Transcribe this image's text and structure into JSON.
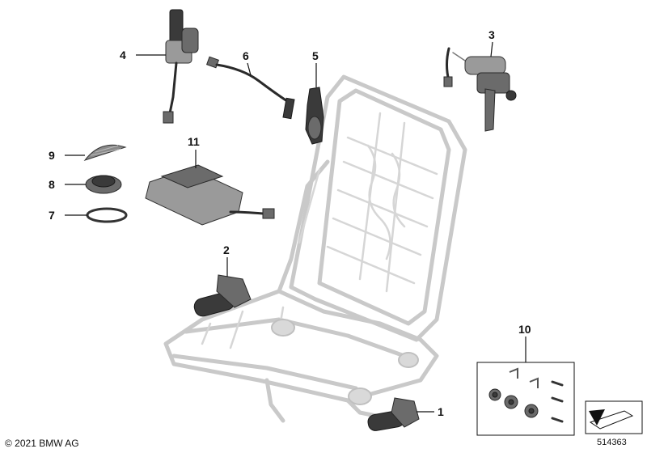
{
  "callouts": [
    {
      "id": "1",
      "label": "1"
    },
    {
      "id": "2",
      "label": "2"
    },
    {
      "id": "3",
      "label": "3"
    },
    {
      "id": "4",
      "label": "4"
    },
    {
      "id": "5",
      "label": "5"
    },
    {
      "id": "6",
      "label": "6"
    },
    {
      "id": "7",
      "label": "7"
    },
    {
      "id": "8",
      "label": "8"
    },
    {
      "id": "9",
      "label": "9"
    },
    {
      "id": "10",
      "label": "10"
    },
    {
      "id": "11",
      "label": "11"
    }
  ],
  "footer": {
    "copyright": "© 2021 BMW AG",
    "diagram_number": "514363"
  },
  "colors": {
    "frame": "#c9c9c9",
    "part": "#3a3a3a",
    "text": "#111111"
  }
}
